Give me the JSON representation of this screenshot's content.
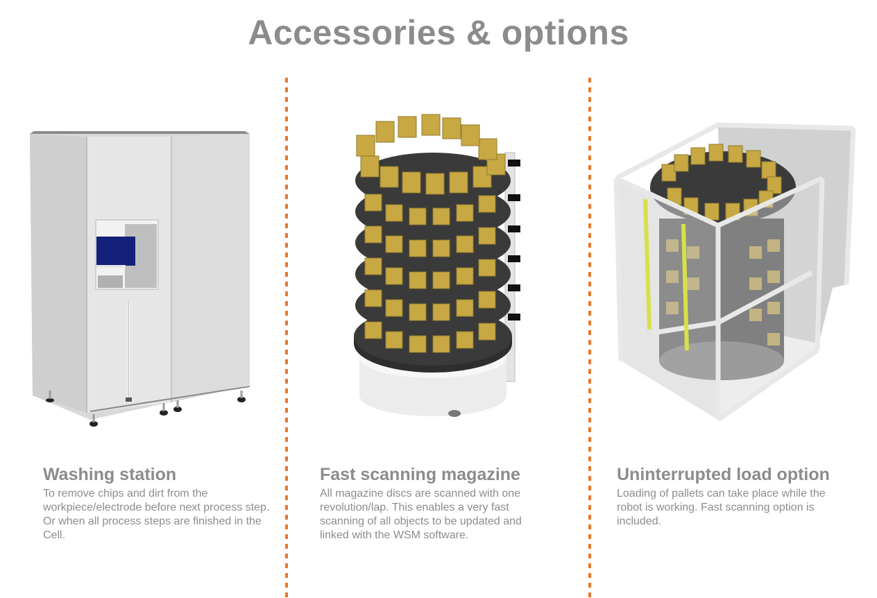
{
  "page": {
    "title": "Accessories & options"
  },
  "columns": [
    {
      "heading": "Washing station",
      "text": "To remove chips and dirt from the workpiece/electrode before next process step. Or when all process steps are finished in the Cell."
    },
    {
      "heading": "Fast scanning magazine",
      "text": "All magazine discs are scanned with one revolution/lap. This enables a very fast scanning of all objects to be updated and linked with the WSM software."
    },
    {
      "heading": "Uninterrupted load option",
      "text": "Loading of pallets can take place while the robot is working. Fast scanning option is included."
    }
  ],
  "colors": {
    "divider": "#e8792a",
    "text": "#8c8c8c",
    "pallet_gold": "#c8a843",
    "disc_dark": "#3a3a3a"
  }
}
